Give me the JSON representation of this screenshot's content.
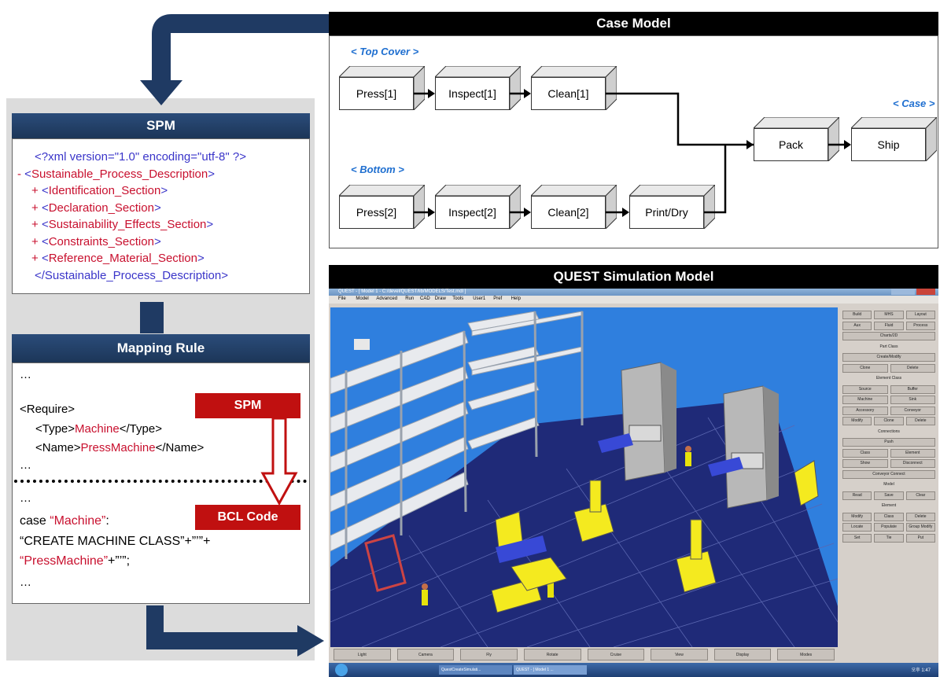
{
  "spm": {
    "title": "SPM",
    "xml_lines": [
      {
        "prefix": "",
        "text": "<?xml version=\"1.0\" encoding=\"utf-8\" ?>"
      },
      {
        "prefix": "-",
        "text": "<Sustainable_Process_Description>"
      },
      {
        "prefix": "+",
        "text": "<Identification_Section>"
      },
      {
        "prefix": "+",
        "text": "<Declaration_Section>"
      },
      {
        "prefix": "+",
        "text": "<Sustainability_Effects_Section>"
      },
      {
        "prefix": "+",
        "text": "<Constraints_Section>"
      },
      {
        "prefix": "+",
        "text": "<Reference_Material_Section>"
      },
      {
        "prefix": "",
        "text": "</Sustainable_Process_Description>"
      }
    ]
  },
  "mapping_rule": {
    "title": "Mapping Rule",
    "ellipsis": "…",
    "require_open": "<Require>",
    "type_open": "<Type>",
    "type_value": "Machine",
    "type_close": "</Type>",
    "name_open": "<Name>",
    "name_value": "PressMachine",
    "name_close": "</Name>",
    "case_kw": "case ",
    "case_value": "“Machine”",
    "case_colon": ":",
    "create_text": "“CREATE MACHINE CLASS”+”’”+",
    "press_value": "“PressMachine”",
    "press_tail": "+”’”;",
    "spm_badge": "SPM",
    "bcl_badge": "BCL Code"
  },
  "case_model": {
    "title": "Case Model",
    "top_cover_label": "< Top Cover >",
    "bottom_label": "< Bottom >",
    "case_label": "< Case >",
    "top_steps": [
      "Press[1]",
      "Inspect[1]",
      "Clean[1]"
    ],
    "bottom_steps": [
      "Press[2]",
      "Inspect[2]",
      "Clean[2]",
      "Print/Dry"
    ],
    "case_steps": [
      "Pack",
      "Ship"
    ]
  },
  "quest": {
    "title": "QUEST Simulation Model",
    "window_title": "QUEST - [ Model 1 - C:/devel/QUEST/lib/MODELS/Test.mdl ]",
    "menu": [
      "File",
      "Model",
      "Advanced",
      "Run",
      "CAD",
      "Draw",
      "Tools",
      "User1",
      "Pref",
      "Help"
    ],
    "side_rows": [
      [
        "Build",
        "MHS",
        "Layout"
      ],
      [
        "Aux",
        "Fluid",
        "Process"
      ],
      [
        "Charts/2D"
      ],
      [
        "#Part Class"
      ],
      [
        "Create/Modify"
      ],
      [
        "Clone",
        "Delete"
      ],
      [
        "#Element Class"
      ],
      [
        "Source",
        "Buffer"
      ],
      [
        "Machine",
        "Sink"
      ],
      [
        "Accessory",
        "Conveyor"
      ],
      [
        "Modify",
        "Clone",
        "Delete"
      ],
      [
        "#Connections"
      ],
      [
        "Push"
      ],
      [
        "Class",
        "Element"
      ],
      [
        "Show",
        "Disconnect"
      ],
      [
        "Conveyor Connect"
      ],
      [
        "#Model"
      ],
      [
        "Read",
        "Save",
        "Clear"
      ],
      [
        "#Element"
      ],
      [
        "Modify",
        "Class",
        "Delete"
      ],
      [
        "Locate",
        "Populate",
        "Group Modify"
      ],
      [
        "Set",
        "Tie",
        "Put"
      ]
    ],
    "bottom_buttons": [
      "Light",
      "Camera",
      "Fly",
      "Rotate",
      "Cruise",
      "View",
      "Display",
      "Modes"
    ],
    "taskbar_items": [
      "QuestCreateSimulati...",
      "QUEST - [ Model 1 ..."
    ],
    "clock": "오후 1:47",
    "colors": {
      "floor": "#1f2a78",
      "sky": "#2f7fde",
      "grid": "#5a66b0"
    }
  }
}
